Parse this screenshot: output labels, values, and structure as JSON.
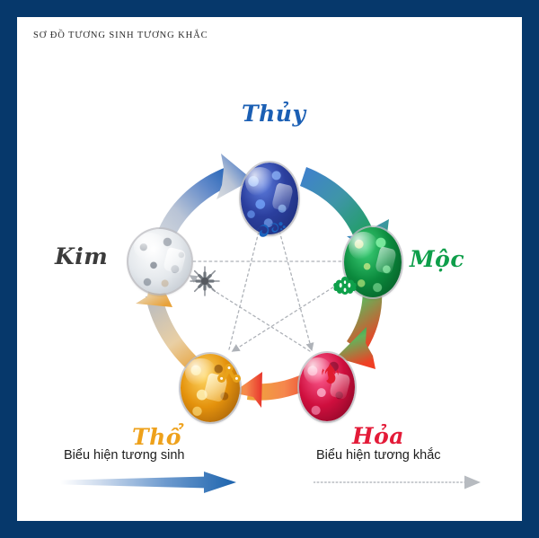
{
  "frame": {
    "border_color": "#06386b",
    "background": "#ffffff"
  },
  "title": "SƠ ĐỒ TƯƠNG SINH TƯƠNG KHẮC",
  "diagram": {
    "type": "five-element-cycle",
    "elements": [
      {
        "id": "thuy",
        "label": "Thủy",
        "meaning": "water",
        "color": "#1b5fb4",
        "gem_colors": [
          "#2b3f9e",
          "#4f6fd8",
          "#1a2a72"
        ],
        "icon": "wave-icon",
        "position": "top"
      },
      {
        "id": "moc",
        "label": "Mộc",
        "meaning": "wood",
        "color": "#0e9e4a",
        "gem_colors": [
          "#0b8a3d",
          "#35c96b",
          "#046127"
        ],
        "icon": "leaf-icon",
        "position": "right"
      },
      {
        "id": "hoa",
        "label": "Hỏa",
        "meaning": "fire",
        "color": "#e31b38",
        "gem_colors": [
          "#cf0f3e",
          "#f4467a",
          "#8d0527"
        ],
        "icon": "flame-icon",
        "position": "bottom-right"
      },
      {
        "id": "tho",
        "label": "Thổ",
        "meaning": "earth",
        "color": "#eea11b",
        "gem_colors": [
          "#e4920c",
          "#ffd15c",
          "#9c5a05"
        ],
        "icon": "earth-cluster-icon",
        "position": "bottom-left"
      },
      {
        "id": "kim",
        "label": "Kim",
        "meaning": "metal",
        "color": "#3b3b3b",
        "gem_colors": [
          "#e9ecef",
          "#ffffff",
          "#a8b0ba"
        ],
        "icon": "sparkle-icon",
        "position": "left"
      }
    ],
    "generating_cycle": [
      {
        "from": "kim",
        "to": "thuy",
        "from_color": "#c9cdd2",
        "to_color": "#1b5fb4"
      },
      {
        "from": "thuy",
        "to": "moc",
        "from_color": "#3f7fd0",
        "to_color": "#16a24c"
      },
      {
        "from": "moc",
        "to": "hoa",
        "from_color": "#13a350",
        "to_color": "#ef4024"
      },
      {
        "from": "hoa",
        "to": "tho",
        "from_color": "#e8352b",
        "to_color": "#efa93a"
      },
      {
        "from": "tho",
        "to": "kim",
        "from_color": "#e8a23a",
        "to_color": "#b9bcc1"
      }
    ],
    "overcoming_cycle": [
      {
        "from": "kim",
        "to": "moc"
      },
      {
        "from": "moc",
        "to": "tho"
      },
      {
        "from": "tho",
        "to": "thuy"
      },
      {
        "from": "thuy",
        "to": "hoa"
      },
      {
        "from": "hoa",
        "to": "kim"
      }
    ],
    "overcoming_line_color": "#aeb2b8"
  },
  "legend": {
    "generating": {
      "label": "Biểu hiện tương sinh",
      "arrow_style": "solid-gradient",
      "arrow_from_color": "#ffffff",
      "arrow_to_color": "#1c63ad"
    },
    "overcoming": {
      "label": "Biểu hiện tương khắc",
      "arrow_style": "dotted",
      "arrow_color": "#b7bbc0"
    }
  }
}
